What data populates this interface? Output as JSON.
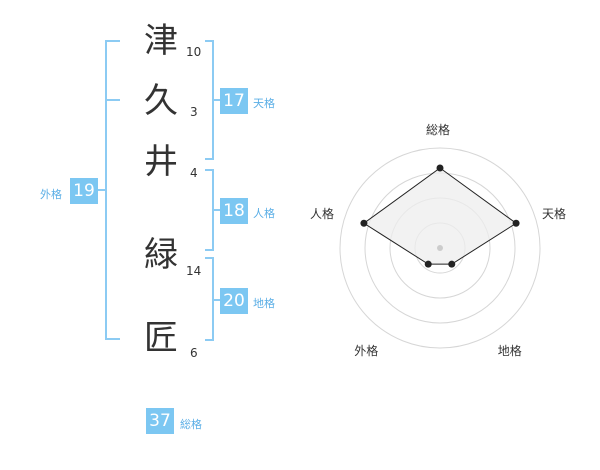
{
  "name": {
    "characters": [
      {
        "char": "津",
        "strokes": "10"
      },
      {
        "char": "久",
        "strokes": "3"
      },
      {
        "char": "井",
        "strokes": "4"
      },
      {
        "char": "緑",
        "strokes": "14"
      },
      {
        "char": "匠",
        "strokes": "6"
      }
    ]
  },
  "fortune": {
    "tenkaku": {
      "value": "17",
      "label": "天格"
    },
    "jinkaku": {
      "value": "18",
      "label": "人格"
    },
    "chikaku": {
      "value": "20",
      "label": "地格"
    },
    "gaikaku": {
      "value": "19",
      "label": "外格"
    },
    "soukaku": {
      "value": "37",
      "label": "総格"
    }
  },
  "radar": {
    "axes": [
      "総格",
      "天格",
      "地格",
      "外格",
      "人格"
    ],
    "levels": 4,
    "values": [
      4,
      4,
      1,
      1,
      4
    ],
    "max": 5,
    "colors": {
      "fill": "#eeeeee",
      "stroke": "#222222",
      "grid": "#d6d6d6"
    }
  },
  "colors": {
    "bracket": "#8ccbf3",
    "badge": "#7cc7f2",
    "badge_label": "#5aaee6"
  }
}
